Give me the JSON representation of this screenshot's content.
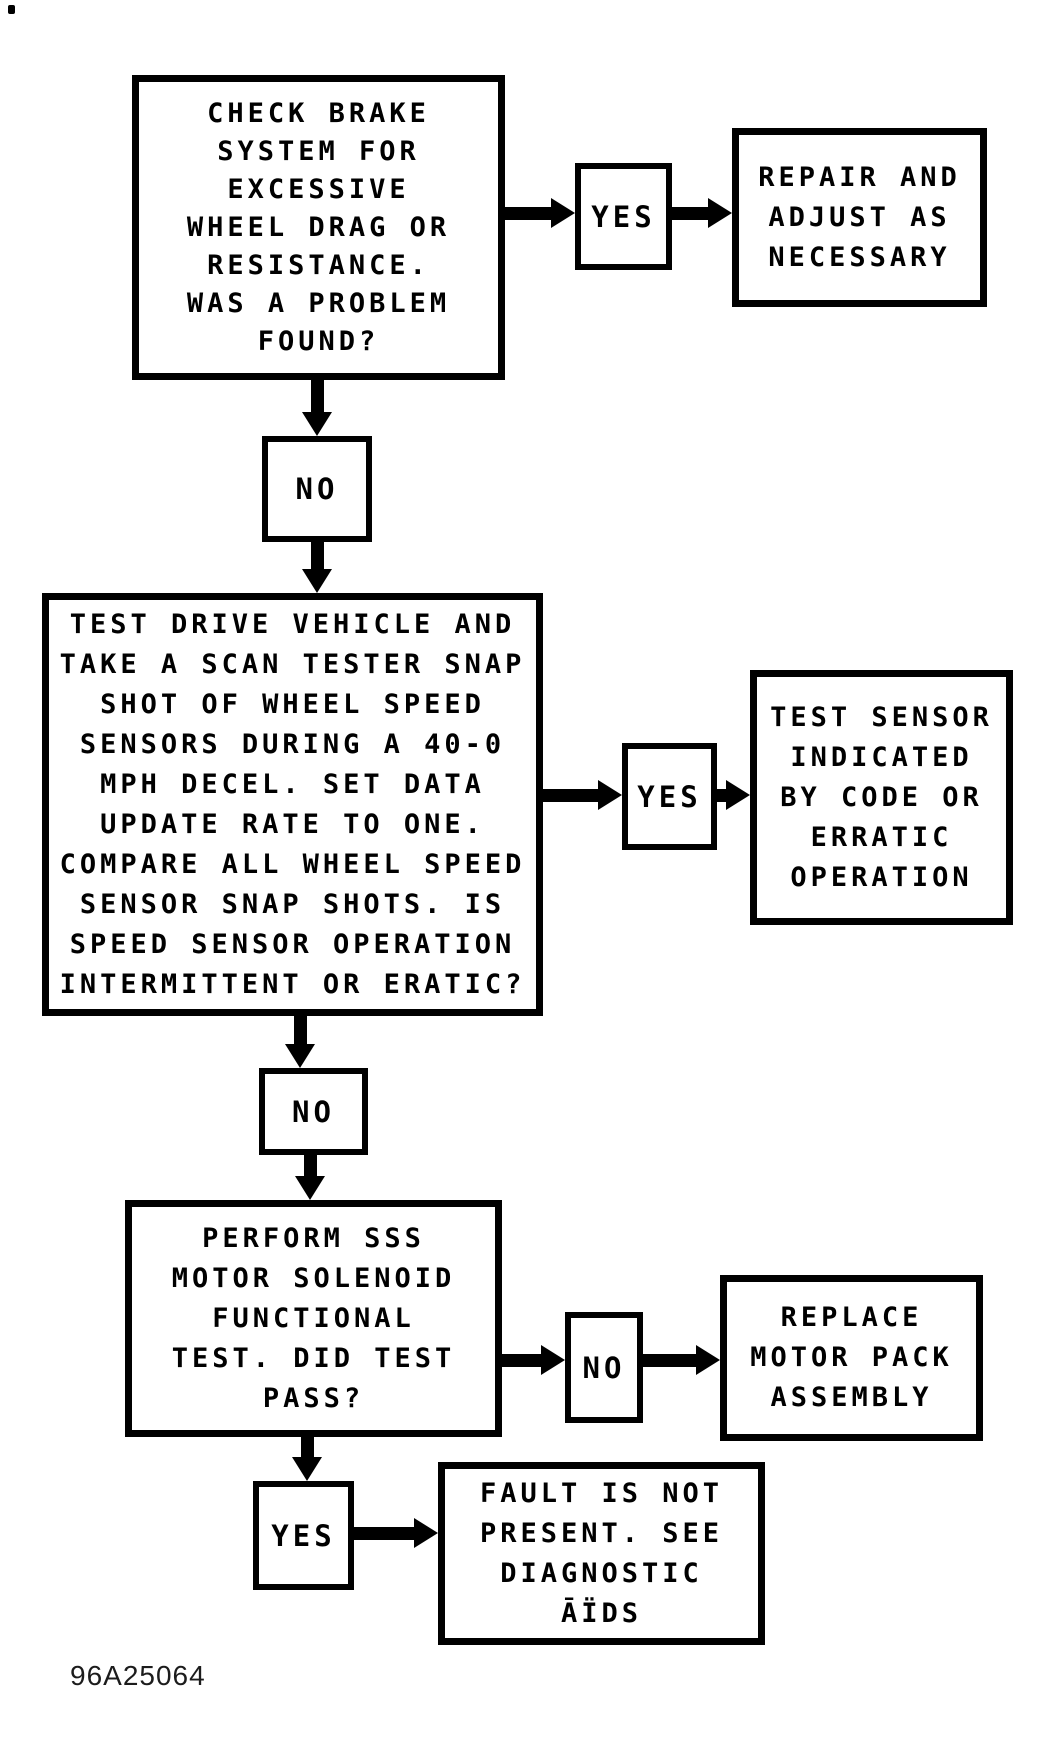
{
  "page": {
    "background": "#ffffff",
    "ink": "#000000",
    "figure_code": "96A25064"
  },
  "flowchart": {
    "nodes": {
      "check_brake": "CHECK BRAKE\nSYSTEM FOR\nEXCESSIVE\nWHEEL DRAG OR\nRESISTANCE.\nWAS A PROBLEM\nFOUND?",
      "repair": "REPAIR AND\nADJUST AS\nNECESSARY",
      "test_drive": "TEST DRIVE VEHICLE AND\nTAKE A SCAN TESTER SNAP\nSHOT OF WHEEL SPEED\nSENSORS DURING A 40-0\nMPH DECEL. SET DATA\nUPDATE RATE TO ONE.\nCOMPARE ALL WHEEL SPEED\nSENSOR SNAP SHOTS. IS\nSPEED SENSOR OPERATION\nINTERMITTENT OR ERATIC?",
      "test_sensor": "TEST SENSOR\nINDICATED\nBY CODE OR\nERRATIC\nOPERATION",
      "perform_sss": "PERFORM SSS\nMOTOR SOLENOID\nFUNCTIONAL\nTEST. DID TEST\nPASS?",
      "replace_motor": "REPLACE\nMOTOR PACK\nASSEMBLY",
      "fault_not_present": "FAULT IS NOT\nPRESENT. SEE\nDIAGNOSTIC\nĀÏDS"
    },
    "labels": {
      "yes1": "YES",
      "no1": "NO",
      "yes2": "YES",
      "no2": "NO",
      "no3": "NO",
      "yes3": "YES"
    }
  }
}
